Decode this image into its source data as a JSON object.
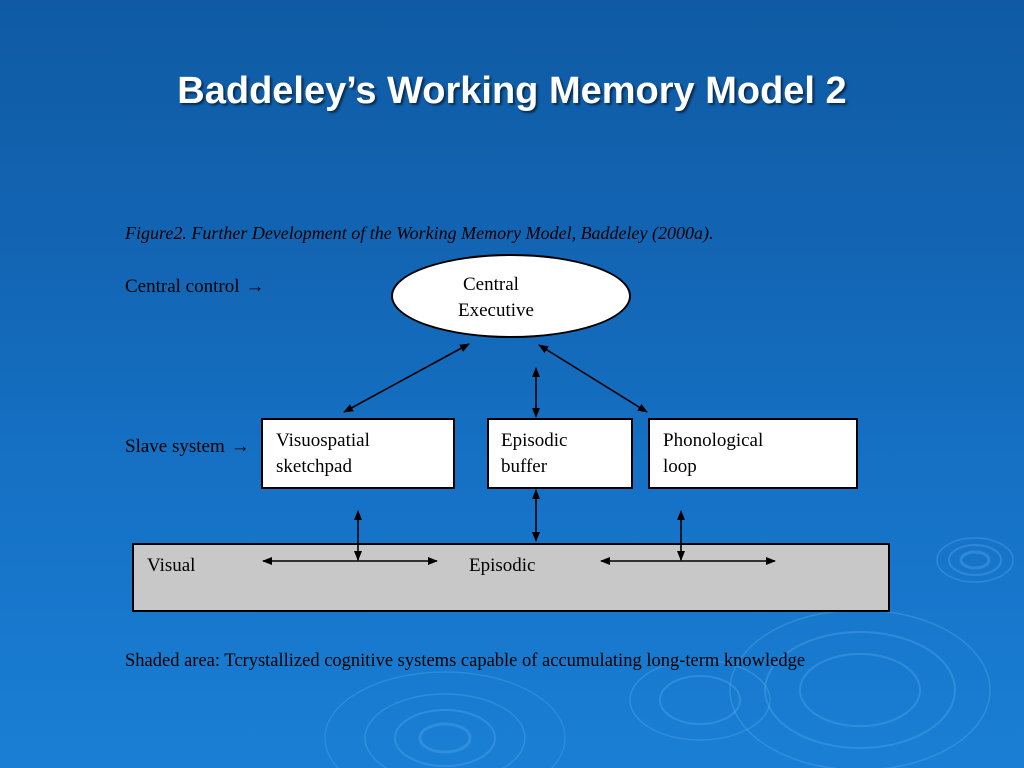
{
  "slide": {
    "title": "Baddeley’s Working Memory Model 2",
    "colors": {
      "background_top": "#0f5aa3",
      "background_bottom": "#1a7fd4",
      "title_text": "#ffffff",
      "shaded_area": "#c8c8c8"
    }
  },
  "figure": {
    "caption": "Figure2. Further Development of the Working Memory Model, Baddeley (2000a).",
    "row_labels": {
      "central": "Central control",
      "slave": "Slave system",
      "arrow_icon": "right-arrow-icon",
      "arrow_glyph": "→"
    },
    "central_executive": {
      "line1": "Central",
      "line2": "Executive"
    },
    "slave_systems": [
      {
        "line1": "Visuospatial",
        "line2": "sketchpad"
      },
      {
        "line1": "Episodic",
        "line2": "buffer"
      },
      {
        "line1": "Phonological",
        "line2": "loop"
      }
    ],
    "long_term": {
      "visual": "Visual",
      "episodic": "Episodic"
    },
    "footnote": "Shaded area: Tcrystallized cognitive systems capable of accumulating long-term knowledge"
  }
}
